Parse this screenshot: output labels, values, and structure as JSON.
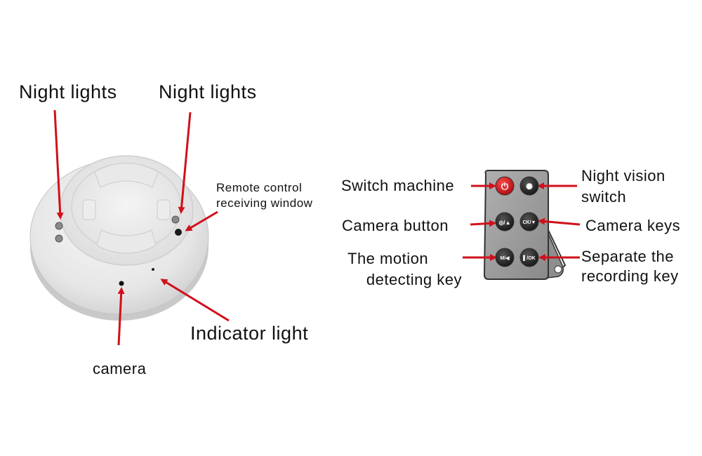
{
  "detector_labels": {
    "night_lights_left": "Night lights",
    "night_lights_right": "Night lights",
    "remote_window_line1": "Remote control",
    "remote_window_line2": "receiving window",
    "indicator_light": "Indicator light",
    "camera": "camera"
  },
  "remote_labels": {
    "switch_machine": "Switch machine",
    "night_vision_line1": "Night vision",
    "night_vision_line2": "switch",
    "camera_button": "Camera button",
    "camera_keys": "Camera keys",
    "motion_line1": "The motion",
    "motion_line2": "detecting key",
    "separate_line1": "Separate the",
    "separate_line2": "recording key"
  },
  "remote_button_glyphs": {
    "power": "⏻",
    "night_vision": "✺",
    "camera": "◎/▲",
    "camera_keys": "CK/▼",
    "motion": "M/◀",
    "record": "▌/OK"
  },
  "colors": {
    "arrow": "#d0101a",
    "text": "#111111",
    "device_body": "#e8e8e8",
    "remote_body": "#9a9a9a",
    "button_dark": "#222222",
    "power_button": "#c8141c"
  }
}
